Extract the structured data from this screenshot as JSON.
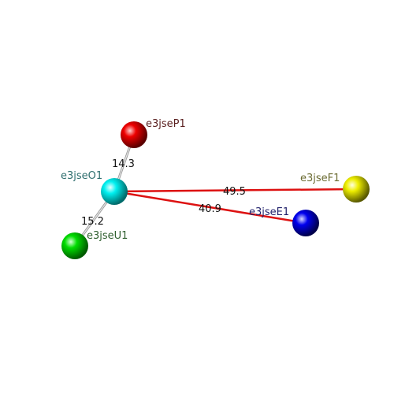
{
  "atoms": {
    "O1": {
      "label": "e3jseO1",
      "color": "#00e5ee",
      "label_color": "#2f6f6f"
    },
    "P1": {
      "label": "e3jseP1",
      "color": "#ee0000",
      "label_color": "#5a1f1f"
    },
    "U1": {
      "label": "e3jseU1",
      "color": "#00dd00",
      "label_color": "#2f5f2f"
    },
    "F1": {
      "label": "e3jseF1",
      "color": "#eeee00",
      "label_color": "#6a6a30"
    },
    "E1": {
      "label": "e3jseE1",
      "color": "#0000ee",
      "label_color": "#1f1f6a"
    }
  },
  "distances": {
    "O1_P1": {
      "value": "14.3",
      "color": "#c8c8c8"
    },
    "O1_U1": {
      "value": "15.2",
      "color": "#c8c8c8"
    },
    "O1_F1": {
      "value": "49.5",
      "color": "#dd1111"
    },
    "O1_E1": {
      "value": "40.9",
      "color": "#dd1111"
    }
  }
}
